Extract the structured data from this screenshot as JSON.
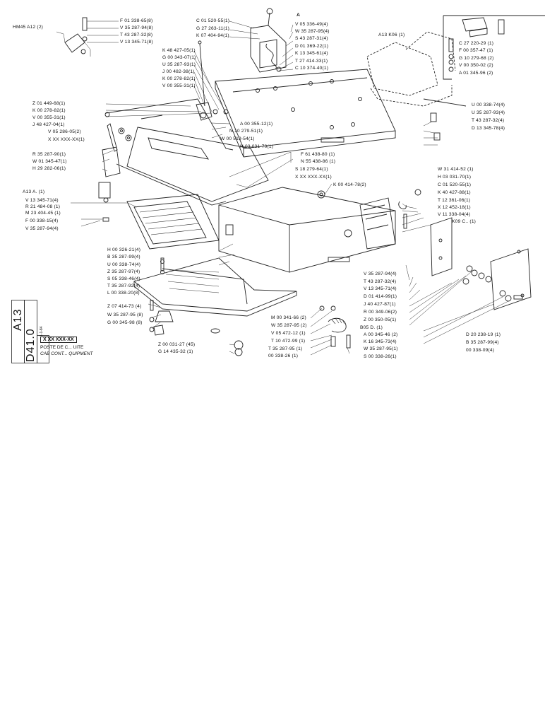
{
  "sheet": {
    "code_a": "A13",
    "code_b": "D41.0",
    "ref": "X XX XXX-XX",
    "title_fr": "POSTE DE C... UITE",
    "title_en": "CAB CONT... QUIPMENT",
    "date": "1-1-84"
  },
  "callouts": {
    "top_left_ref": "HM45 A12 (2)",
    "tl": [
      "F 01 338-65(8)",
      "V 35 287-94(8)",
      "T 43 287-32(8)",
      "V 13 345-71(8)"
    ],
    "center_top": [
      "C 01 520-55(1)",
      "G 27 263-11(1)",
      "K 07 404-94(1)",
      "K 48 427-05(1)",
      "G 00 343-07(1)",
      "U 35 287-93(1)",
      "J 00 482-38(1)",
      "K 00 278-82(1)",
      "V 00 355-31(1)"
    ],
    "a_mark": "A",
    "center_right": [
      "V 05 336-49(4)",
      "W 35 287-95(4)",
      "S 43 287-31(4)",
      "D 01 369-22(1)",
      "K 13 345-61(4)",
      "T 27 414-33(1)",
      "C 10 374-40(1)"
    ],
    "seat_ref": "A13  K06 (1)",
    "inset": [
      "C 27 220-29 (1)",
      "F 00 357-47 (1)",
      "G 10 279-68 (2)",
      "V 00 350-02 (2)",
      "A 01 345-96 (2)"
    ],
    "right_mid": [
      "U 00 338-74(4)",
      "U 35 287-93(4)",
      "T 43 287-32(4)",
      "D 13 345-78(4)"
    ],
    "left_mid": [
      "Z 01 449-68(1)",
      "K 00 278-82(1)",
      "V 00 355-31(1)",
      "J 48 427-04(1)",
      "V 05 286-05(2)",
      "X XX XXX-XX(1)"
    ],
    "a00": "A 00 355-12(1)",
    "n10": "N 10 279-51(1)",
    "w00": "W 00 519-54(1)",
    "h03a": "H 03 031-70(1)",
    "left_lower": [
      "R 35 287-90(1)",
      "W 01 345-47(1)",
      "H 29 282-06(1)"
    ],
    "f61": "F 61 438-80 (1)",
    "n55": "N 55 438-86 (1)",
    "s18": "S 18 279-64(1)",
    "xxx2": "X XX XXX-XX(1)",
    "k00": "K 00 414-78(2)",
    "a13a": "A13  A.  (1)",
    "left_grille": [
      "V 13 345-71(4)",
      "R 21 484-08 (1)",
      "M 23 404-45 (1)",
      "F 00 338-15(4)",
      "V 35 287-94(4)"
    ],
    "right_upper": [
      "W 31 414-52 (1)",
      "H 03 031-70(1)",
      "C 01 520-55(1)",
      "K 40 427-88(1)",
      "T 12 361-06(1)",
      "X 12 452-18(1)",
      "V 11 338-04(4)",
      "K09 C..  (1)"
    ],
    "left_bottom": [
      "H 00 326-21(4)",
      "B 35 287-99(4)",
      "U 00 338-74(4)",
      "Z 35 287-97(4)",
      "S 05 338-46(4)",
      "T 35 287-92(4)",
      "L 00 338-20(8)"
    ],
    "right_center": [
      "V 35 287-94(4)",
      "T 43 287-32(4)",
      "V 13 345-71(4)",
      "D 01 414-99(1)",
      "J 40 427-87(1)",
      "R 00 349-06(2)",
      "Z 00 350-05(1)",
      "B05  D.  (1)",
      "A 00 345-46 (2)",
      "K 16 345-73(4)",
      "W 35 287-95(1)",
      "S 00 338-26(1)"
    ],
    "bottom_left": [
      "Z 07 414-73 (4)",
      "W 35 287-95 (8)",
      "G 00 345-98 (8)"
    ],
    "bottom_mid": [
      "Z 00 031-27 (45)",
      "G 14 435-32 (1)"
    ],
    "bottom_center": [
      "M 00 341-66 (2)",
      "W 35 287-95 (2)",
      "V 05 472-12 (1)",
      "T 10 472-99 (1)",
      "T 35 287-95 (1)",
      "00 338-26 (1)"
    ],
    "bottom_right": [
      "D 20 238-19 (1)",
      "B 35 287-99(4)",
      "00 338-09(4)"
    ]
  }
}
